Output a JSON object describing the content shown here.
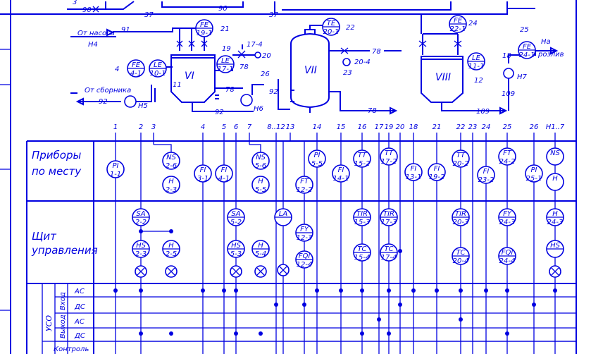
{
  "lines_top": [
    "90",
    "90",
    "37",
    "37",
    "3"
  ],
  "sources": {
    "pump_label": "От насоса",
    "pump_id": "Н4",
    "pump_line": "91",
    "collector_label": "От сборника",
    "collector_line": "92",
    "collector_pump": "Н5",
    "pour_label": "На",
    "pour_label2": "розлив"
  },
  "vessels": {
    "v6": "VI",
    "v7": "VII",
    "v8": "VIII"
  },
  "line_numbers": {
    "l21": "21",
    "l19": "19",
    "l11": "11",
    "l78a": "78",
    "l78b": "78",
    "l78c": "78",
    "l78d": "78",
    "l92a": "92",
    "l92b": "92",
    "l26": "26",
    "l22": "22",
    "l23": "23",
    "l20": "20",
    "l17_4": "17-4",
    "l20_4": "20-4",
    "l24": "24",
    "l25": "25",
    "l12": "12",
    "l18": "18",
    "l109a": "109",
    "l109b": "109",
    "l4": "4",
    "h6": "Н6",
    "h7": "Н7"
  },
  "field_instruments": [
    {
      "top": "FE",
      "bottom": "4-1"
    },
    {
      "top": "LE",
      "bottom": "10-1"
    },
    {
      "top": "FE",
      "bottom": "19-1"
    },
    {
      "top": "LE",
      "bottom": "17-1"
    },
    {
      "top": "TE",
      "bottom": "20-1"
    },
    {
      "top": "FE",
      "bottom": "22-1"
    },
    {
      "top": "LE",
      "bottom": "11-1"
    },
    {
      "top": "FE",
      "bottom": "24-1"
    }
  ],
  "column_numbers": [
    "1",
    "2",
    "3",
    "4",
    "5",
    "6",
    "7",
    "8..12",
    "13",
    "14",
    "15",
    "16",
    "17",
    "19",
    "20",
    "18",
    "21",
    "22",
    "23",
    "24",
    "25",
    "26",
    "Н1..7"
  ],
  "row_labels": {
    "field": "Приборы по месту",
    "field_l1": "Приборы",
    "field_l2": "по месту",
    "panel_l1": "Щит",
    "panel_l2": "управления",
    "uso": "УСО",
    "input": "Вход",
    "output": "Выход",
    "ac": "АС",
    "dc": "ДС",
    "ac2": "АС",
    "dc2": "ДС",
    "control": "Контроль"
  },
  "local_instruments": [
    {
      "top": "PI",
      "bottom": "1-1"
    },
    {
      "top": "NS",
      "bottom": "2-6"
    },
    {
      "top": "H",
      "bottom": "2-3"
    },
    {
      "top": "FI",
      "bottom": "3-1"
    },
    {
      "top": "FI",
      "bottom": "4-1"
    },
    {
      "top": "NS",
      "bottom": "5-6"
    },
    {
      "top": "H",
      "bottom": "5-5"
    },
    {
      "top": "FT",
      "bottom": "12-2"
    },
    {
      "top": "PI",
      "bottom": "5-5"
    },
    {
      "top": "FI",
      "bottom": "14-1"
    },
    {
      "top": "TT",
      "bottom": "15-2"
    },
    {
      "top": "TT",
      "bottom": "17-2"
    },
    {
      "top": "FI",
      "bottom": "13-1"
    },
    {
      "top": "FI",
      "bottom": "19-2"
    },
    {
      "top": "TT",
      "bottom": "20-2"
    },
    {
      "top": "FI",
      "bottom": "23-2"
    },
    {
      "top": "FT",
      "bottom": "24-2"
    },
    {
      "top": "PI",
      "bottom": "25-1"
    },
    {
      "top": "NS",
      "bottom": ""
    },
    {
      "top": "H",
      "bottom": ""
    }
  ],
  "panel_instruments": [
    {
      "top": "SA",
      "bottom": "2-2"
    },
    {
      "top": "HS",
      "bottom": "2-3"
    },
    {
      "top": "H",
      "bottom": "2-5"
    },
    {
      "top": "SA",
      "bottom": "5-2"
    },
    {
      "top": "HS",
      "bottom": "5-3"
    },
    {
      "top": "H",
      "bottom": "5-4"
    },
    {
      "top": "LA",
      "bottom": ""
    },
    {
      "top": "FY",
      "bottom": "12-3"
    },
    {
      "top": "FQI",
      "bottom": "12-4"
    },
    {
      "top": "TIR",
      "bottom": "15-3"
    },
    {
      "top": "TC",
      "bottom": "15-4"
    },
    {
      "top": "TIR",
      "bottom": "17-3"
    },
    {
      "top": "TC",
      "bottom": "17-4"
    },
    {
      "top": "TIR",
      "bottom": "20-3"
    },
    {
      "top": "TC",
      "bottom": "20-4"
    },
    {
      "top": "FY",
      "bottom": "24-3"
    },
    {
      "top": "FQI",
      "bottom": "24-4"
    },
    {
      "top": "H",
      "bottom": "24-3"
    },
    {
      "top": "HS",
      "bottom": ""
    }
  ]
}
